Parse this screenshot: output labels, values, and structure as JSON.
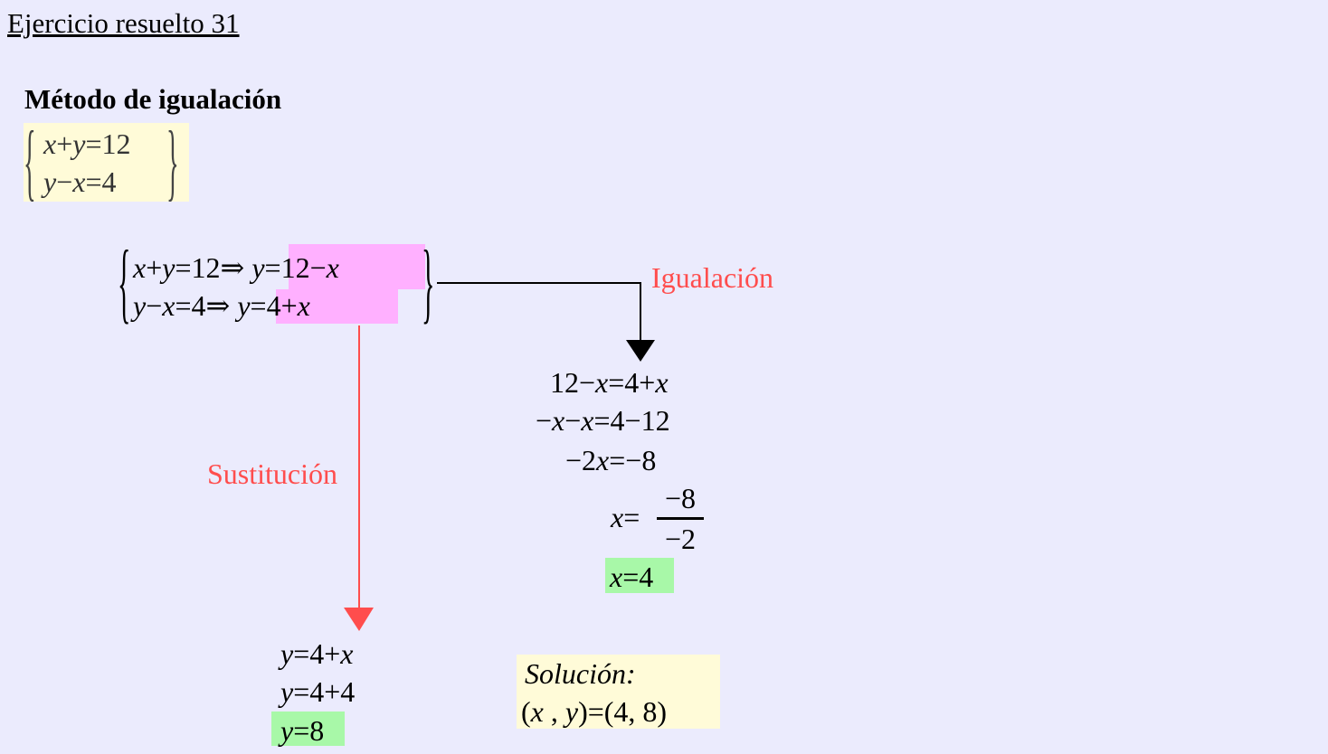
{
  "title": "Ejercicio resuelto 31",
  "heading": "Método de igualación",
  "system": [
    "x+y=12",
    "y−x=4"
  ],
  "isolation": {
    "rows": [
      {
        "original": "x+y=12⇒",
        "isolated": "y=12−x"
      },
      {
        "original": "y−x=4⇒",
        "isolated": "y=4+x"
      }
    ]
  },
  "labels": {
    "igualacion": "Igualación",
    "sustitucion": "Sustitución"
  },
  "igualacion_steps": [
    "12−x=4+x",
    "−x−x=4−12",
    "−2x=−8"
  ],
  "fraction": {
    "lhs": "x=",
    "numerator": "−8",
    "denominator": "−2"
  },
  "x_result": "x=4",
  "sustitucion_steps": [
    "y=4+x",
    "y=4+4"
  ],
  "y_result": "y=8",
  "solution": {
    "label": "Solución:",
    "value": "(x , y)=(4, 8)"
  },
  "colors": {
    "label_red": "#ff4d4d",
    "highlight_pink": "#ffb0ff",
    "highlight_green": "#a8f8a8",
    "highlight_yellow": "#fffbd8"
  }
}
